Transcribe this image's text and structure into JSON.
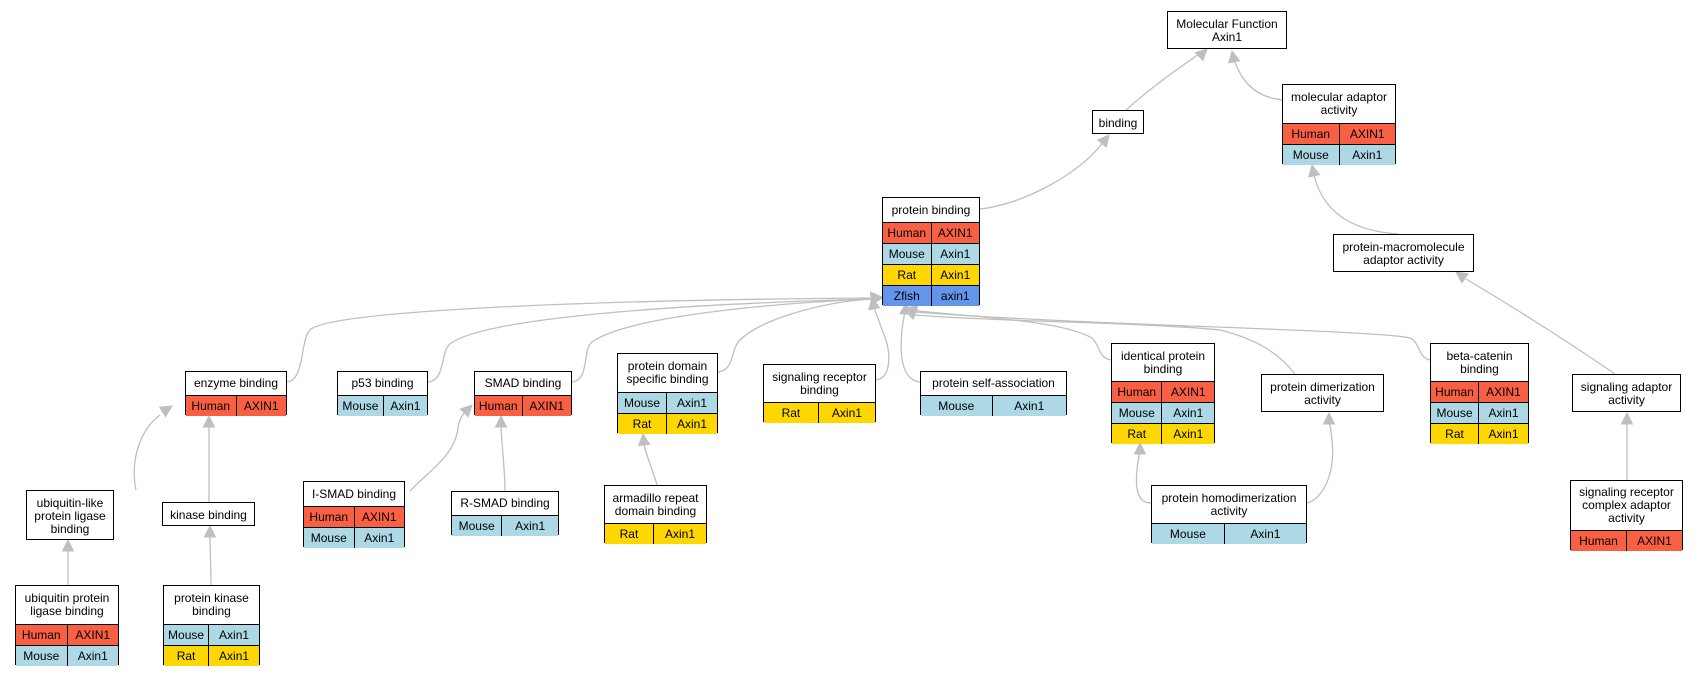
{
  "graph": {
    "nodes": [
      {
        "id": "molecular_function",
        "label": [
          "Molecular Function",
          "Axin1"
        ],
        "rows": []
      },
      {
        "id": "binding",
        "label": [
          "binding"
        ],
        "rows": []
      },
      {
        "id": "molecular_adaptor_activity",
        "label": [
          "molecular adaptor",
          "activity"
        ],
        "rows": [
          {
            "species": "Human",
            "gene": "AXIN1"
          },
          {
            "species": "Mouse",
            "gene": "Axin1"
          }
        ]
      },
      {
        "id": "protein_binding",
        "label": [
          "protein binding"
        ],
        "rows": [
          {
            "species": "Human",
            "gene": "AXIN1"
          },
          {
            "species": "Mouse",
            "gene": "Axin1"
          },
          {
            "species": "Rat",
            "gene": "Axin1"
          },
          {
            "species": "Zfish",
            "gene": "axin1"
          }
        ]
      },
      {
        "id": "protein_macromolecule_adaptor_activity",
        "label": [
          "protein-macromolecule",
          "adaptor activity"
        ],
        "rows": []
      },
      {
        "id": "enzyme_binding",
        "label": [
          "enzyme binding"
        ],
        "rows": [
          {
            "species": "Human",
            "gene": "AXIN1"
          }
        ]
      },
      {
        "id": "p53_binding",
        "label": [
          "p53 binding"
        ],
        "rows": [
          {
            "species": "Mouse",
            "gene": "Axin1"
          }
        ]
      },
      {
        "id": "smad_binding",
        "label": [
          "SMAD binding"
        ],
        "rows": [
          {
            "species": "Human",
            "gene": "AXIN1"
          }
        ]
      },
      {
        "id": "protein_domain_specific_binding",
        "label": [
          "protein domain",
          "specific binding"
        ],
        "rows": [
          {
            "species": "Mouse",
            "gene": "Axin1"
          },
          {
            "species": "Rat",
            "gene": "Axin1"
          }
        ]
      },
      {
        "id": "signaling_receptor_binding",
        "label": [
          "signaling receptor",
          "binding"
        ],
        "rows": [
          {
            "species": "Rat",
            "gene": "Axin1"
          }
        ]
      },
      {
        "id": "protein_self_association",
        "label": [
          "protein self-association"
        ],
        "rows": [
          {
            "species": "Mouse",
            "gene": "Axin1"
          }
        ]
      },
      {
        "id": "identical_protein_binding",
        "label": [
          "identical protein",
          "binding"
        ],
        "rows": [
          {
            "species": "Human",
            "gene": "AXIN1"
          },
          {
            "species": "Mouse",
            "gene": "Axin1"
          },
          {
            "species": "Rat",
            "gene": "Axin1"
          }
        ]
      },
      {
        "id": "protein_dimerization_activity",
        "label": [
          "protein dimerization",
          "activity"
        ],
        "rows": []
      },
      {
        "id": "beta_catenin_binding",
        "label": [
          "beta-catenin",
          "binding"
        ],
        "rows": [
          {
            "species": "Human",
            "gene": "AXIN1"
          },
          {
            "species": "Mouse",
            "gene": "Axin1"
          },
          {
            "species": "Rat",
            "gene": "Axin1"
          }
        ]
      },
      {
        "id": "signaling_adaptor_activity",
        "label": [
          "signaling adaptor",
          "activity"
        ],
        "rows": []
      },
      {
        "id": "ubiquitin_like_protein_ligase_binding",
        "label": [
          "ubiquitin-like",
          "protein ligase",
          "binding"
        ],
        "rows": []
      },
      {
        "id": "kinase_binding",
        "label": [
          "kinase binding"
        ],
        "rows": []
      },
      {
        "id": "i_smad_binding",
        "label": [
          "I-SMAD binding"
        ],
        "rows": [
          {
            "species": "Human",
            "gene": "AXIN1"
          },
          {
            "species": "Mouse",
            "gene": "Axin1"
          }
        ]
      },
      {
        "id": "r_smad_binding",
        "label": [
          "R-SMAD binding"
        ],
        "rows": [
          {
            "species": "Mouse",
            "gene": "Axin1"
          }
        ]
      },
      {
        "id": "armadillo_repeat_domain_binding",
        "label": [
          "armadillo repeat",
          "domain binding"
        ],
        "rows": [
          {
            "species": "Rat",
            "gene": "Axin1"
          }
        ]
      },
      {
        "id": "protein_homodimerization_activity",
        "label": [
          "protein homodimerization",
          "activity"
        ],
        "rows": [
          {
            "species": "Mouse",
            "gene": "Axin1"
          }
        ]
      },
      {
        "id": "signaling_receptor_complex_adaptor_activity",
        "label": [
          "signaling receptor",
          "complex adaptor",
          "activity"
        ],
        "rows": [
          {
            "species": "Human",
            "gene": "AXIN1"
          }
        ]
      },
      {
        "id": "ubiquitin_protein_ligase_binding",
        "label": [
          "ubiquitin protein",
          "ligase binding"
        ],
        "rows": [
          {
            "species": "Human",
            "gene": "AXIN1"
          },
          {
            "species": "Mouse",
            "gene": "Axin1"
          }
        ]
      },
      {
        "id": "protein_kinase_binding",
        "label": [
          "protein kinase",
          "binding"
        ],
        "rows": [
          {
            "species": "Mouse",
            "gene": "Axin1"
          },
          {
            "species": "Rat",
            "gene": "Axin1"
          }
        ]
      }
    ],
    "edges": [
      {
        "from": "binding",
        "to": "molecular_function"
      },
      {
        "from": "molecular_adaptor_activity",
        "to": "molecular_function"
      },
      {
        "from": "protein_binding",
        "to": "binding"
      },
      {
        "from": "protein_macromolecule_adaptor_activity",
        "to": "molecular_adaptor_activity"
      },
      {
        "from": "enzyme_binding",
        "to": "protein_binding"
      },
      {
        "from": "p53_binding",
        "to": "protein_binding"
      },
      {
        "from": "smad_binding",
        "to": "protein_binding"
      },
      {
        "from": "protein_domain_specific_binding",
        "to": "protein_binding"
      },
      {
        "from": "signaling_receptor_binding",
        "to": "protein_binding"
      },
      {
        "from": "protein_self_association",
        "to": "protein_binding"
      },
      {
        "from": "identical_protein_binding",
        "to": "protein_binding"
      },
      {
        "from": "protein_dimerization_activity",
        "to": "protein_binding"
      },
      {
        "from": "beta_catenin_binding",
        "to": "protein_binding"
      },
      {
        "from": "signaling_adaptor_activity",
        "to": "protein_macromolecule_adaptor_activity"
      },
      {
        "from": "ubiquitin_like_protein_ligase_binding",
        "to": "enzyme_binding"
      },
      {
        "from": "kinase_binding",
        "to": "enzyme_binding"
      },
      {
        "from": "i_smad_binding",
        "to": "smad_binding"
      },
      {
        "from": "r_smad_binding",
        "to": "smad_binding"
      },
      {
        "from": "armadillo_repeat_domain_binding",
        "to": "protein_domain_specific_binding"
      },
      {
        "from": "protein_homodimerization_activity",
        "to": "identical_protein_binding"
      },
      {
        "from": "protein_homodimerization_activity",
        "to": "protein_dimerization_activity"
      },
      {
        "from": "signaling_receptor_complex_adaptor_activity",
        "to": "signaling_adaptor_activity"
      },
      {
        "from": "ubiquitin_protein_ligase_binding",
        "to": "ubiquitin_like_protein_ligase_binding"
      },
      {
        "from": "protein_kinase_binding",
        "to": "kinase_binding"
      }
    ],
    "species_colors": {
      "Human": "#f95f43",
      "Mouse": "#add8e6",
      "Rat": "#ffd700",
      "Zfish": "#6495ed"
    },
    "edge_color": "#bfbfbf"
  }
}
